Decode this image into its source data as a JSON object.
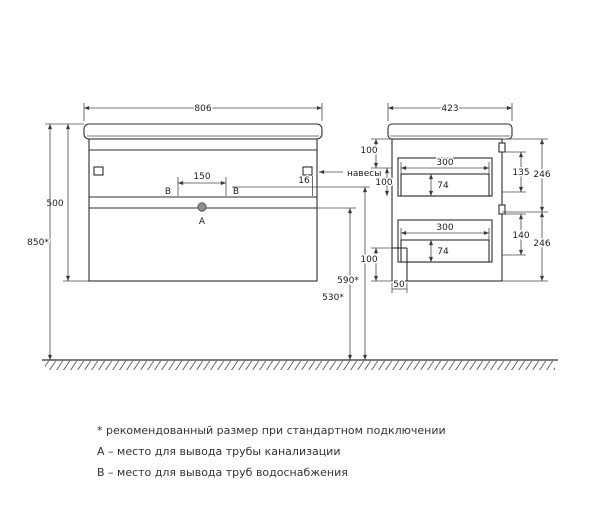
{
  "front": {
    "width": "806",
    "height": "500",
    "install_height": "850*",
    "supply_spacing": "150",
    "bracket_inset": "16",
    "hangers": "навесы",
    "point_a": "A",
    "point_b1": "B",
    "point_b2": "B",
    "supply_from_floor": "590*",
    "drain_from_floor": "530*"
  },
  "side": {
    "depth": "423",
    "top_offset": "100",
    "drawer1_depth": "300",
    "drawer1_height": "74",
    "drawer1_front_height": "135",
    "drawer1_zone_height": "246",
    "mid_offset": "100",
    "drawer2_depth": "300",
    "drawer2_height": "74",
    "drawer2_front_height": "140",
    "drawer2_zone_height": "246",
    "bottom_offset": "100",
    "wall_offset": "50"
  },
  "notes": {
    "star": "* рекомендованный размер при стандартном подключении",
    "a": "A – место для вывода трубы канализации",
    "b": "B – место для вывода труб водоснабжения"
  }
}
